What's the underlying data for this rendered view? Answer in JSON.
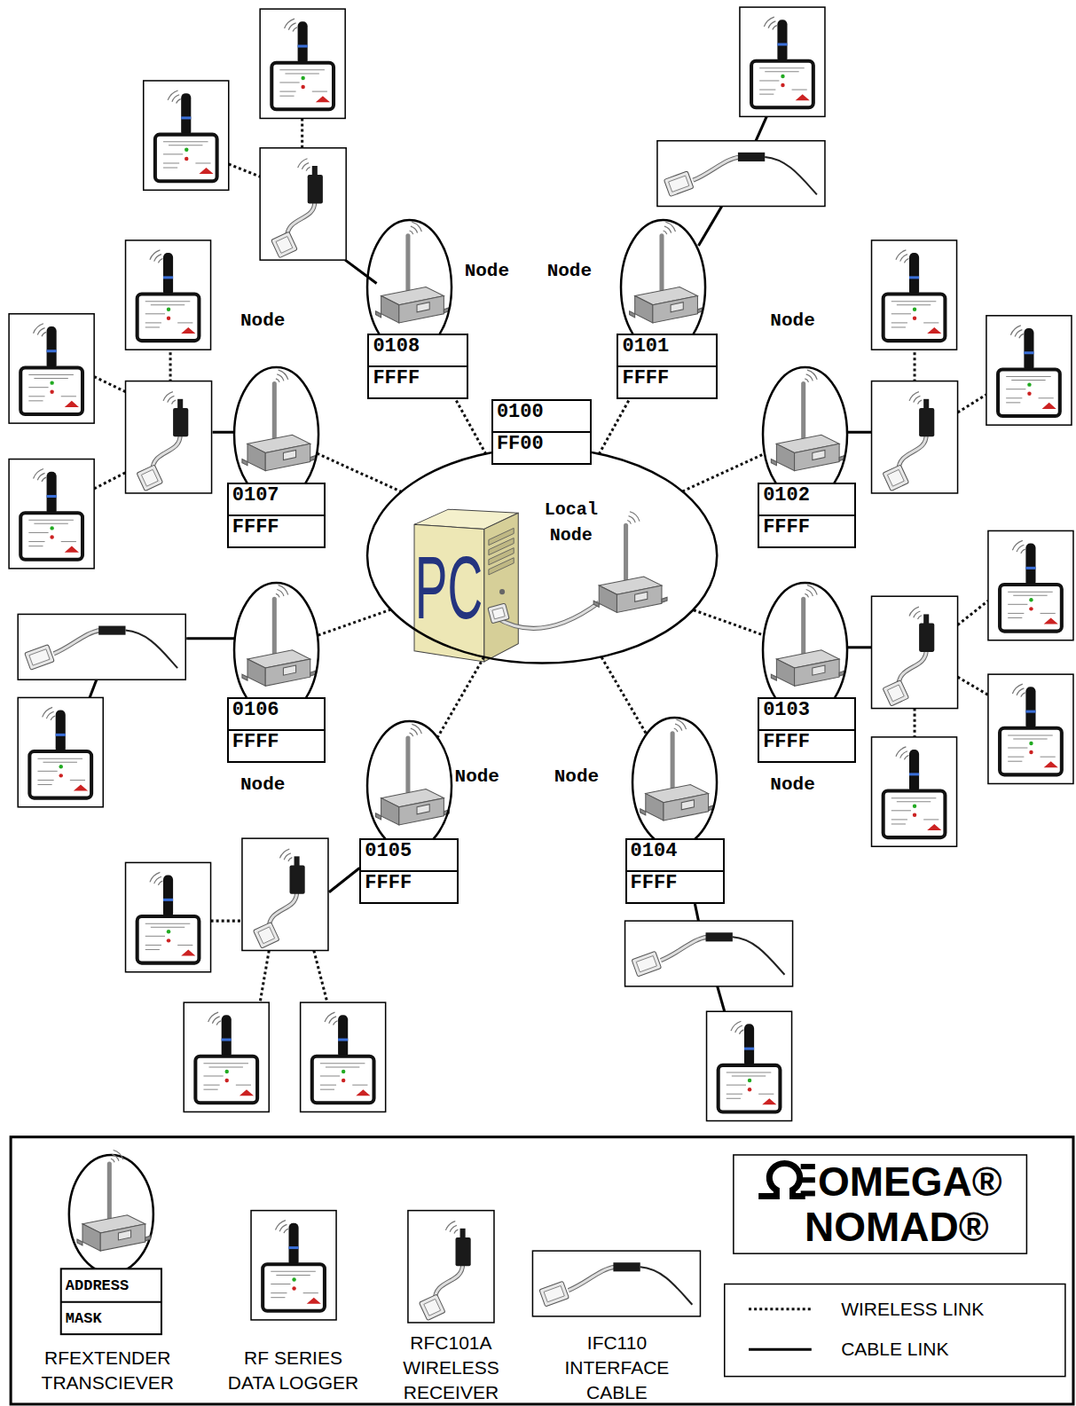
{
  "diagram": {
    "nodes": [
      {
        "text": [
          "0100",
          "FF00",
          "Local Node"
        ]
      },
      {
        "text": [
          "0101",
          "FFFF"
        ]
      },
      {
        "text": [
          "0102",
          "FFFF"
        ]
      },
      {
        "text": [
          "0103",
          "FFFF"
        ]
      },
      {
        "text": [
          "0104",
          "FFFF"
        ]
      },
      {
        "text": [
          "0105",
          "FFFF"
        ]
      },
      {
        "text": [
          "0106",
          "FFFF"
        ]
      },
      {
        "text": [
          "0107",
          "FFFF"
        ]
      },
      {
        "text": [
          "0108",
          "FFFF"
        ]
      }
    ],
    "edges": [
      {
        "from": 0,
        "to": 1,
        "arrow": "none"
      },
      {
        "from": 0,
        "to": 2,
        "arrow": "none"
      },
      {
        "from": 0,
        "to": 3,
        "arrow": "none"
      },
      {
        "from": 0,
        "to": 4,
        "arrow": "none"
      },
      {
        "from": 0,
        "to": 5,
        "arrow": "none"
      },
      {
        "from": 0,
        "to": 6,
        "arrow": "none"
      },
      {
        "from": 0,
        "to": 7,
        "arrow": "none"
      },
      {
        "from": 0,
        "to": 8,
        "arrow": "none"
      }
    ],
    "labels": [
      "Node",
      "Node",
      "Node",
      "Node",
      "Node",
      "Node",
      "Node",
      "Node",
      "PC",
      "ADDRESS",
      "MASK",
      "OMEGA®",
      "NOMAD®"
    ],
    "legend": [
      {
        "text": "RFEXTENDER TRANSCIEVER"
      },
      {
        "text": "RF SERIES DATA LOGGER"
      },
      {
        "text": "RFC101A WIRELESS RECEIVER"
      },
      {
        "text": "IFC110 INTERFACE CABLE"
      },
      {
        "text": "WIRELESS LINK"
      },
      {
        "text": "CABLE LINK"
      }
    ]
  }
}
